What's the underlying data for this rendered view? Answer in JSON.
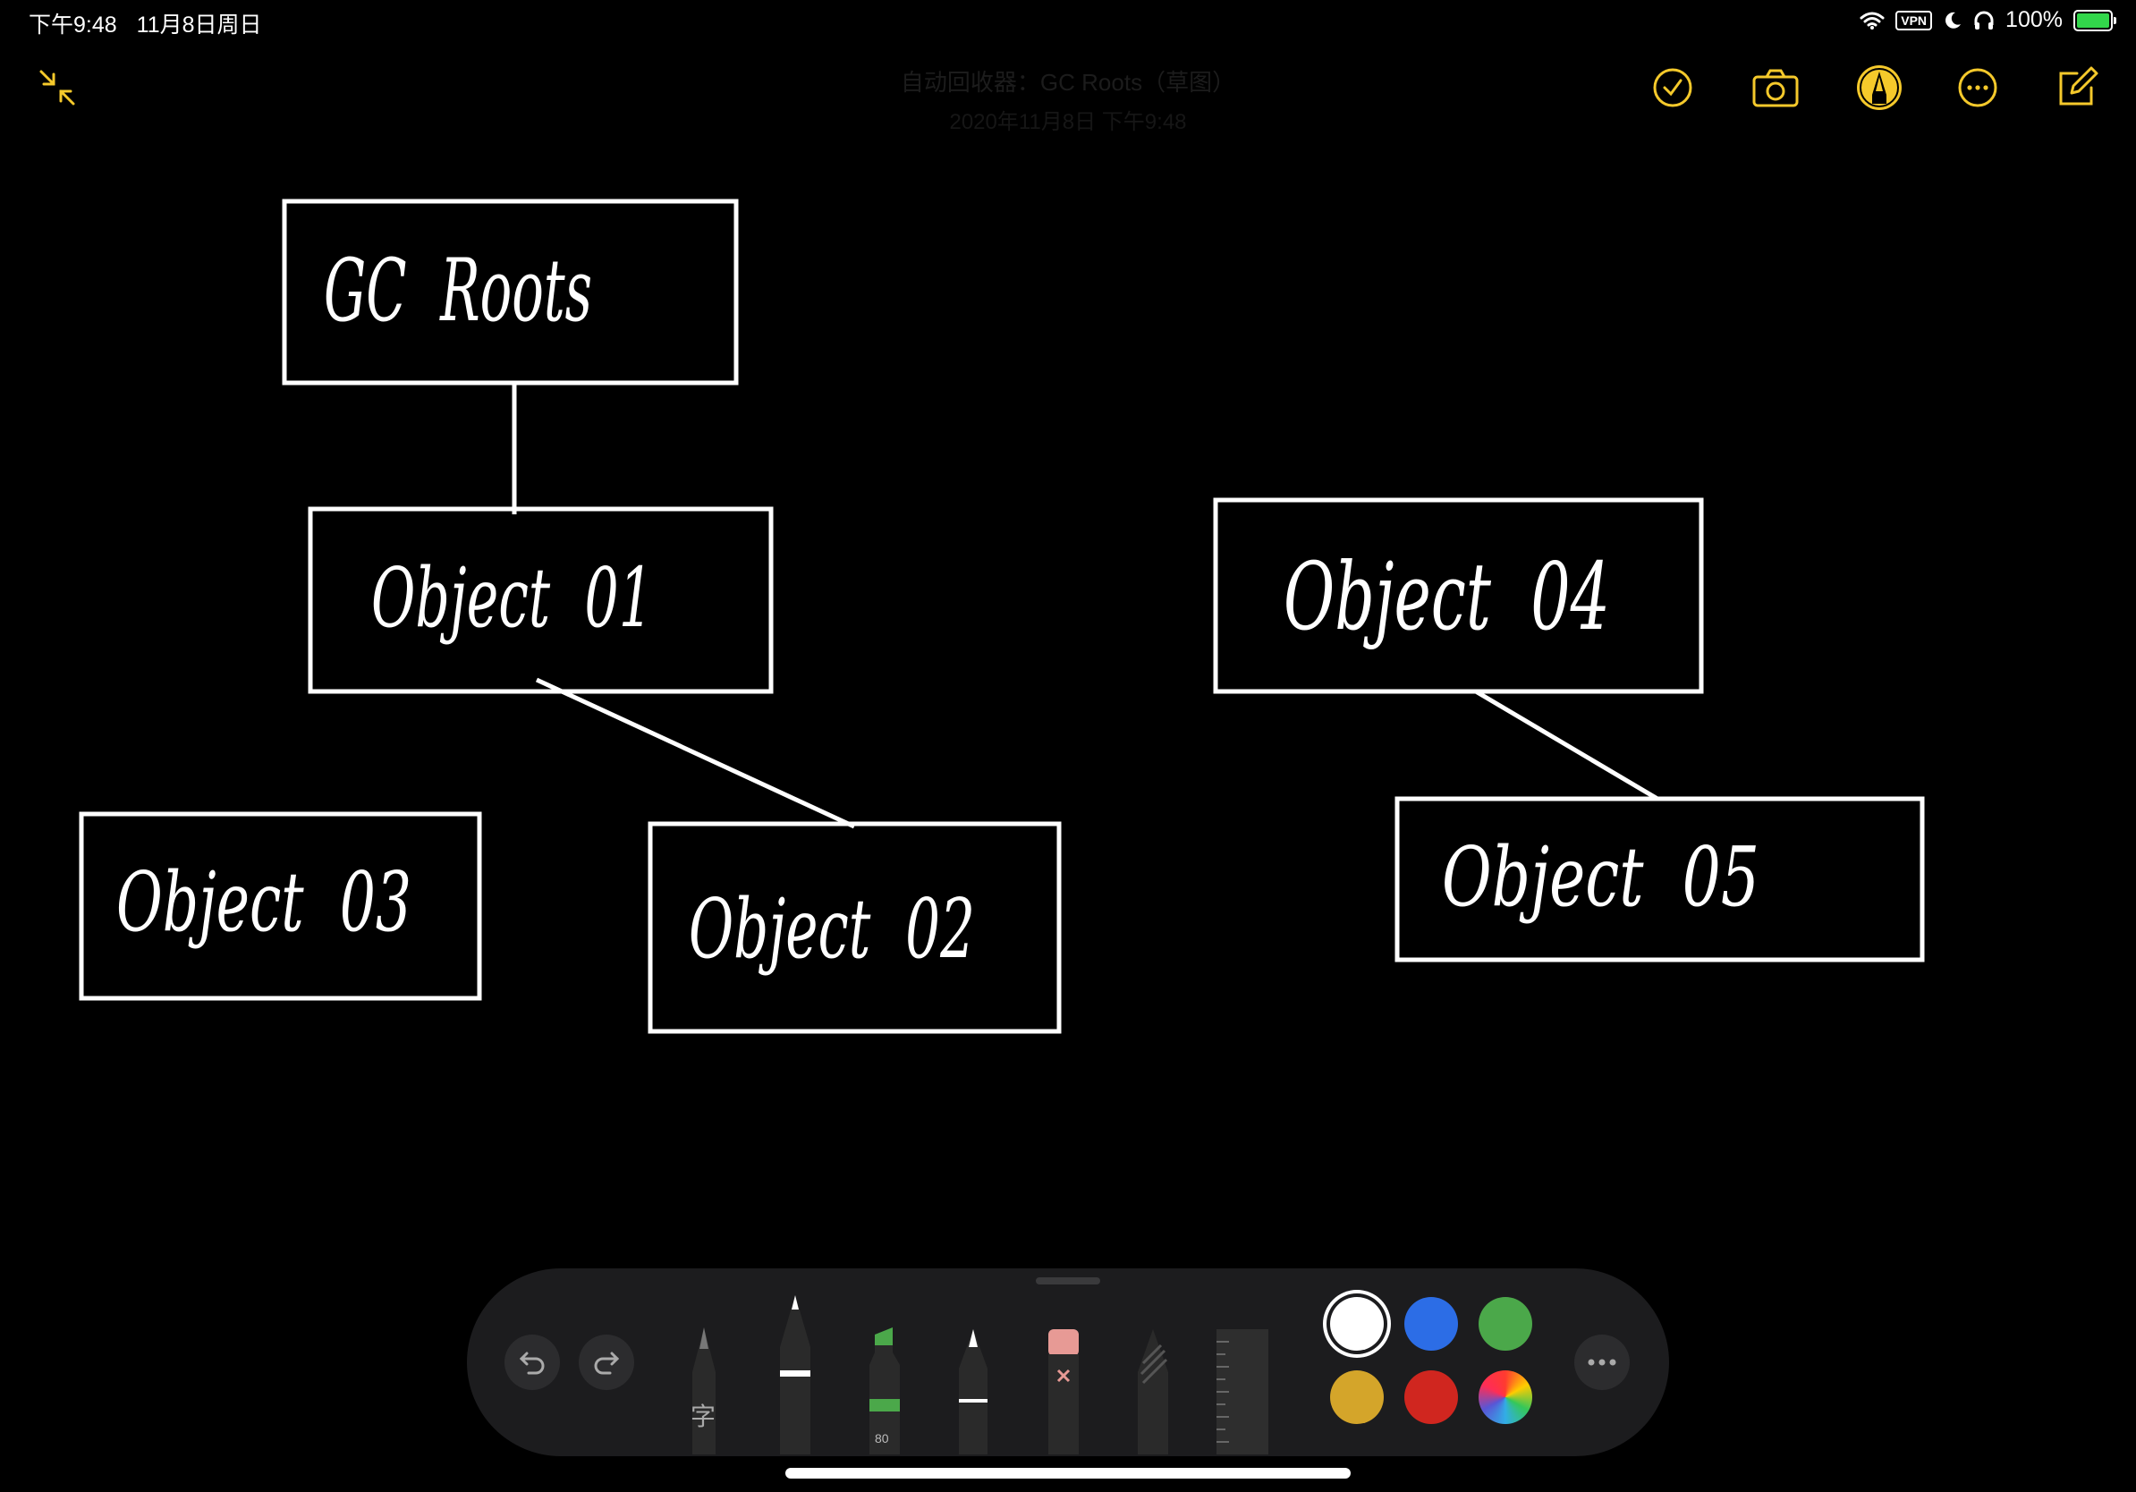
{
  "status_bar": {
    "time": "下午9:48",
    "date": "11月8日周日",
    "vpn": "VPN",
    "battery_percent": "100%",
    "battery_level": 1.0
  },
  "note": {
    "title": "自动回收器：GC Roots（草图）",
    "date": "2020年11月8日 下午9:48"
  },
  "toolbar": {
    "icons": [
      "collapse-icon",
      "checklist-icon",
      "camera-icon",
      "markup-icon",
      "more-icon",
      "compose-icon"
    ],
    "accent": "#f5c92b"
  },
  "drawing": {
    "boxes": [
      {
        "id": "gc-roots",
        "label": "GC  Roots"
      },
      {
        "id": "object-01",
        "label": "Object  01"
      },
      {
        "id": "object-02",
        "label": "Object  02"
      },
      {
        "id": "object-03",
        "label": "Object  03"
      },
      {
        "id": "object-04",
        "label": "Object  04"
      },
      {
        "id": "object-05",
        "label": "Object  05"
      }
    ],
    "connections": [
      [
        "gc-roots",
        "object-01"
      ],
      [
        "object-01",
        "object-02"
      ],
      [
        "object-04",
        "object-05"
      ]
    ]
  },
  "tools": {
    "text_tool_glyph": "字",
    "marker_width": "80",
    "colors": [
      {
        "name": "white",
        "hex": "#ffffff",
        "selected": true
      },
      {
        "name": "blue",
        "hex": "#2c6de6"
      },
      {
        "name": "green",
        "hex": "#4ba84a"
      },
      {
        "name": "yellow",
        "hex": "#d4a52a"
      },
      {
        "name": "red",
        "hex": "#d0261f"
      },
      {
        "name": "multicolor",
        "hex": "spectrum"
      }
    ]
  }
}
